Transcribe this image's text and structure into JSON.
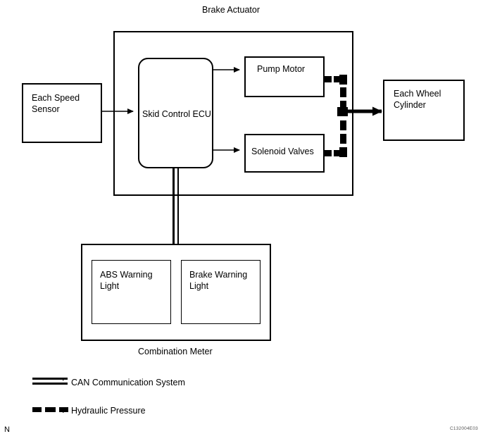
{
  "diagram": {
    "title": "Brake Actuator",
    "bottom_caption": "Combination Meter",
    "page_mark": "N",
    "figure_code": "C132004E03",
    "blocks": {
      "speed_sensor": "Each Speed\nSensor",
      "skid_control_ecu": "Skid Control ECU",
      "pump_motor": "Pump Motor",
      "solenoid_valves": "Solenoid Valves",
      "wheel_cylinder": "Each Wheel\nCylinder",
      "abs_warning_light": "ABS Warning\nLight",
      "brake_warning_light": "Brake Warning\nLight"
    },
    "legend": [
      {
        "symbol": "can-triple-line",
        "separator": ":",
        "label": "CAN Communication System"
      },
      {
        "symbol": "hydraulic-dashed-line",
        "separator": ":",
        "label": "Hydraulic Pressure"
      }
    ],
    "colors": {
      "line": "#000000",
      "background": "#ffffff"
    }
  }
}
